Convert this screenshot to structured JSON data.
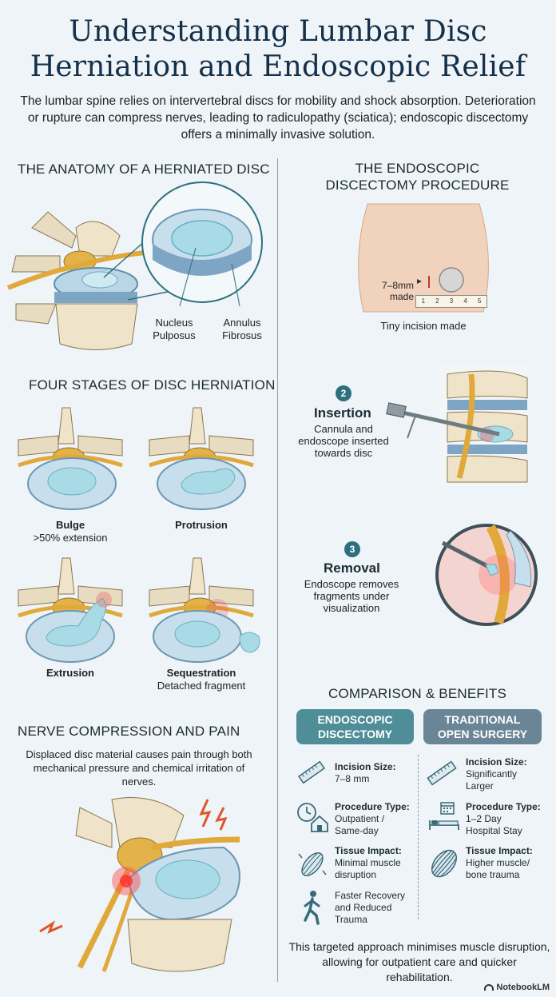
{
  "header": {
    "title_line1": "Understanding Lumbar Disc",
    "title_line2": "Herniation and Endoscopic Relief",
    "subtitle": "The lumbar spine relies on intervertebral discs for mobility and shock absorption. Deterioration or rupture can compress nerves, leading to radiculopathy (sciatica); endoscopic discectomy offers a minimally invasive solution."
  },
  "anatomy": {
    "heading": "THE ANATOMY OF A HERNIATED DISC",
    "nucleus_line1": "Nucleus",
    "nucleus_line2": "Pulposus",
    "annulus_line1": "Annulus",
    "annulus_line2": "Fibrosus"
  },
  "stages": {
    "heading": "FOUR STAGES OF DISC HERNIATION",
    "items": [
      {
        "name": "Bulge",
        "note": ">50% extension"
      },
      {
        "name": "Protrusion",
        "note": ""
      },
      {
        "name": "Extrusion",
        "note": ""
      },
      {
        "name": "Sequestration",
        "note": "Detached fragment"
      }
    ]
  },
  "nerve": {
    "heading": "NERVE COMPRESSION AND PAIN",
    "text": "Displaced disc material causes pain through both mechanical pressure and chemical irritation of nerves."
  },
  "procedure": {
    "heading_line1": "THE ENDOSCOPIC",
    "heading_line2": "DISCECTOMY PROCEDURE",
    "incision_label_line1": "7–8mm",
    "incision_label_line2": "made",
    "ruler_ticks": [
      "1",
      "2",
      "3",
      "4",
      "5"
    ],
    "incision_caption": "Tiny incision made",
    "steps": [
      {
        "number": "2",
        "title": "Insertion",
        "text_line1": "Cannula and",
        "text_line2": "endoscope inserted",
        "text_line3": "towards disc"
      },
      {
        "number": "3",
        "title": "Removal",
        "text_line1": "Endoscope removes",
        "text_line2": "fragments under",
        "text_line3": "visualization"
      }
    ]
  },
  "comparison": {
    "heading": "COMPARISON & BENEFITS",
    "endo_header_line1": "ENDOSCOPIC",
    "endo_header_line2": "DISCECTOMY",
    "trad_header_line1": "TRADITIONAL",
    "trad_header_line2": "OPEN SURGERY",
    "endo": [
      {
        "label": "Incision Size:",
        "line1": "7–8 mm",
        "line2": "",
        "icon": "ruler-icon"
      },
      {
        "label": "Procedure Type:",
        "line1": "Outpatient /",
        "line2": "Same-day",
        "icon": "clock-house-icon"
      },
      {
        "label": "Tissue Impact:",
        "line1": "Minimal muscle",
        "line2": "disruption",
        "icon": "muscle-icon"
      },
      {
        "label": "",
        "line1": "Faster Recovery",
        "line2": "and Reduced",
        "line3": "Trauma",
        "icon": "walking-person-icon"
      }
    ],
    "trad": [
      {
        "label": "Incision Size:",
        "line1": "Significantly",
        "line2": "Larger",
        "icon": "ruler-icon"
      },
      {
        "label": "Procedure Type:",
        "line1": "1–2 Day",
        "line2": "Hospital Stay",
        "icon": "calendar-bed-icon"
      },
      {
        "label": "Tissue Impact:",
        "line1": "Higher muscle/",
        "line2": "bone trauma",
        "icon": "muscle-icon"
      }
    ],
    "footer": "This targeted approach minimises muscle disruption, allowing for outpatient care and quicker rehabilitation."
  },
  "brand": "NotebookLM"
}
